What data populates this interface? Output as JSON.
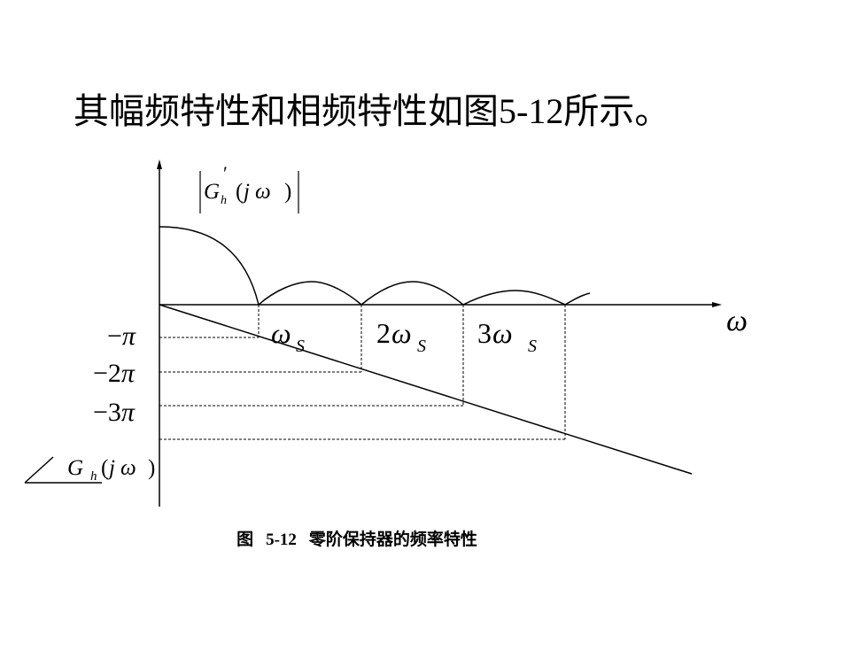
{
  "heading": {
    "main": "其幅频特性和相频特性如图",
    "figure_ref": "5-12",
    "tail": "所示。"
  },
  "labels": {
    "magnitude_axis": "|G_h′(jω)|",
    "phase_axis": "∠G_h(jω)",
    "omega": "ω",
    "ticks": [
      "ω_S",
      "2ω_S",
      "3ω_S"
    ],
    "phase_ticks": [
      "−π",
      "−2π",
      "−3π"
    ]
  },
  "caption": {
    "prefix": "图",
    "number": "5-12",
    "title": "零阶保持器的频率特性"
  },
  "colors": {
    "line": "#000000",
    "background": "#ffffff"
  }
}
